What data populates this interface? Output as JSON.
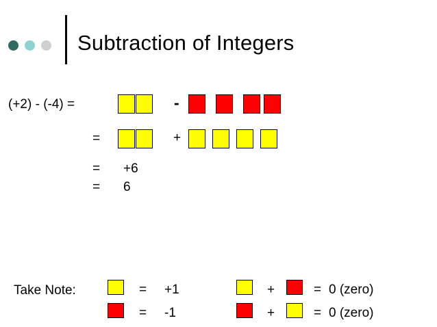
{
  "slide": {
    "title": "Subtraction of Integers",
    "header_dots": [
      "dot-dark-teal",
      "dot-light-teal",
      "dot-grey"
    ],
    "colors": {
      "positive_tile": "#ffff00",
      "negative_tile": "#ff0000",
      "dot_1": "#2e6b5e",
      "dot_2": "#8fd3d0",
      "dot_3": "#cfcfcf",
      "text": "#000000",
      "background": "#ffffff"
    }
  },
  "work": {
    "line1": {
      "label": "(+2) - (-4) =",
      "left_tiles": [
        "yellow",
        "yellow"
      ],
      "operator": "-",
      "right_tiles": [
        "red",
        "red",
        "red",
        "red"
      ]
    },
    "line2": {
      "label": "=",
      "left_tiles": [
        "yellow",
        "yellow"
      ],
      "operator": "+",
      "right_tiles": [
        "yellow",
        "yellow",
        "yellow",
        "yellow"
      ]
    },
    "line3": {
      "label": "=",
      "value": "+6"
    },
    "line4": {
      "label": "=",
      "value": "6"
    }
  },
  "note": {
    "heading": "Take Note:",
    "left_rows": [
      {
        "tile": "yellow",
        "equals": "=",
        "value": "+1"
      },
      {
        "tile": "red",
        "equals": "=",
        "value": "-1"
      }
    ],
    "right_rows": [
      {
        "tile_a": "yellow",
        "plus": "+",
        "tile_b": "red",
        "equals": "=",
        "value": "0 (zero)"
      },
      {
        "tile_a": "red",
        "plus": "+",
        "tile_b": "yellow",
        "equals": "=",
        "value": "0 (zero)"
      }
    ]
  }
}
